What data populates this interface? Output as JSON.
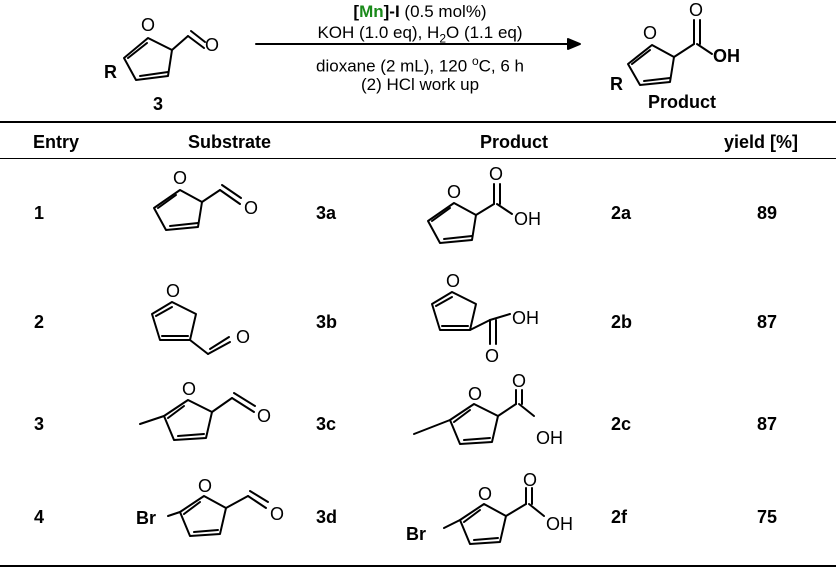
{
  "scheme": {
    "reactant_number": "3",
    "reactant_R": "R",
    "product_R": "R",
    "product_label": "Product",
    "catalyst_mn": "Mn",
    "catalyst_rest": "-I",
    "catalyst_loading": "(0.5 mol%)",
    "cond_line2": "KOH (1.0 eq), H",
    "cond_line2_sub": "2",
    "cond_line2_end": "O (1.1 eq)",
    "cond_line3": "dioxane (2 mL), 120 ",
    "cond_line3_sup": "o",
    "cond_line3_end": "C, 6 h",
    "cond_line4": "(2) HCl work up"
  },
  "table": {
    "headers": {
      "entry": "Entry",
      "substrate": "Substrate",
      "product": "Product",
      "yield": "yield [%]"
    },
    "rows": [
      {
        "entry": "1",
        "substrate": "3a",
        "product": "2a",
        "yield": "89"
      },
      {
        "entry": "2",
        "substrate": "3b",
        "product": "2b",
        "yield": "87"
      },
      {
        "entry": "3",
        "substrate": "3c",
        "product": "2c",
        "yield": "87"
      },
      {
        "entry": "4",
        "substrate": "3d",
        "product": "2f",
        "yield": "75"
      }
    ]
  },
  "atoms": {
    "O": "O",
    "OH": "OH",
    "Br": "Br"
  }
}
